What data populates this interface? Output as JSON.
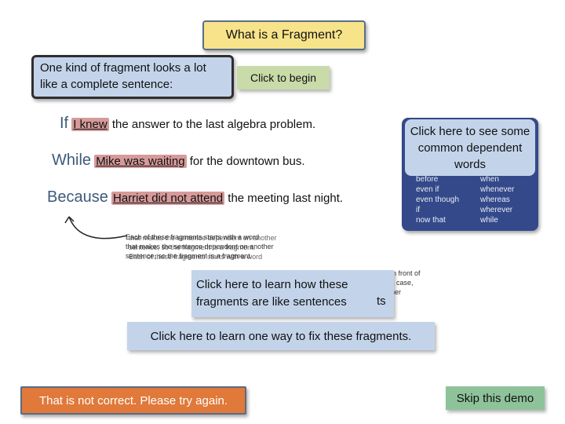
{
  "title": "What is a Fragment?",
  "intro_text": "One kind of fragment looks a lot like a complete sentence:",
  "begin_button": "Click to begin",
  "sentences": [
    {
      "sub": "If",
      "fragment": "I knew",
      "rest": "the answer to the last algebra problem."
    },
    {
      "sub": "While",
      "fragment": "Mike was waiting",
      "rest": "for the downtown bus."
    },
    {
      "sub": "Because",
      "fragment": "Harriet did not attend",
      "rest": "the meeting last night."
    }
  ],
  "dependent_words_button": "Click here to see some common dependent words",
  "dependent_words_col1": [
    "before",
    "even if",
    "even though",
    "if",
    "now that"
  ],
  "dependent_words_col2": [
    "when",
    "whenever",
    "whereas",
    "wherever",
    "while"
  ],
  "overlapping_text_1": "Each of these fragments starts with a word",
  "overlapping_text_2": "that makes the sentence dependent on another",
  "overlapping_text_3": "sentence, so the fragment is a fragment.",
  "behind_text_right_1": "in front of",
  "behind_text_right_2": "s case,",
  "behind_text_right_3": "her",
  "learn_button": "Click here to learn how these fragments are like sentences",
  "learn_suffix": "ts",
  "fix_button": "Click here to learn one way to fix these fragments.",
  "error_message": "That is not correct. Please try again.",
  "skip_button": "Skip this demo",
  "colors": {
    "accent_yellow": "#f7e38a",
    "panel_blue": "#c3d4ea",
    "dark_blue": "#34498a",
    "fragment_red": "#d69a9a",
    "error_orange": "#e0793a",
    "skip_green": "#8ec39a"
  }
}
